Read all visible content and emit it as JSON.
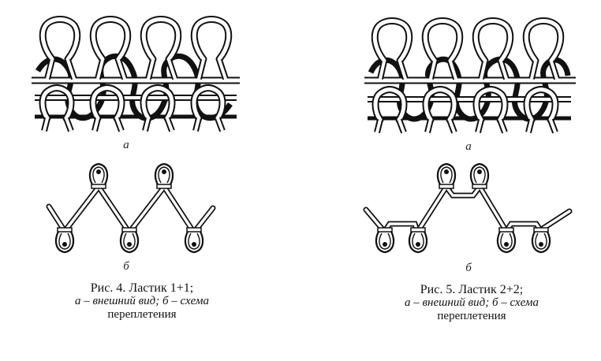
{
  "figures": [
    {
      "label_a": "а",
      "label_b": "б",
      "caption_line1": "Рис. 4. Ластик 1+1;",
      "caption_line2": "а – внешний вид; б – схема",
      "caption_line3": "переплетения"
    },
    {
      "label_a": "а",
      "label_b": "б",
      "caption_line1": "Рис. 5. Ластик 2+2;",
      "caption_line2": "а – внешний вид; б – схема",
      "caption_line3": "переплетения"
    }
  ]
}
